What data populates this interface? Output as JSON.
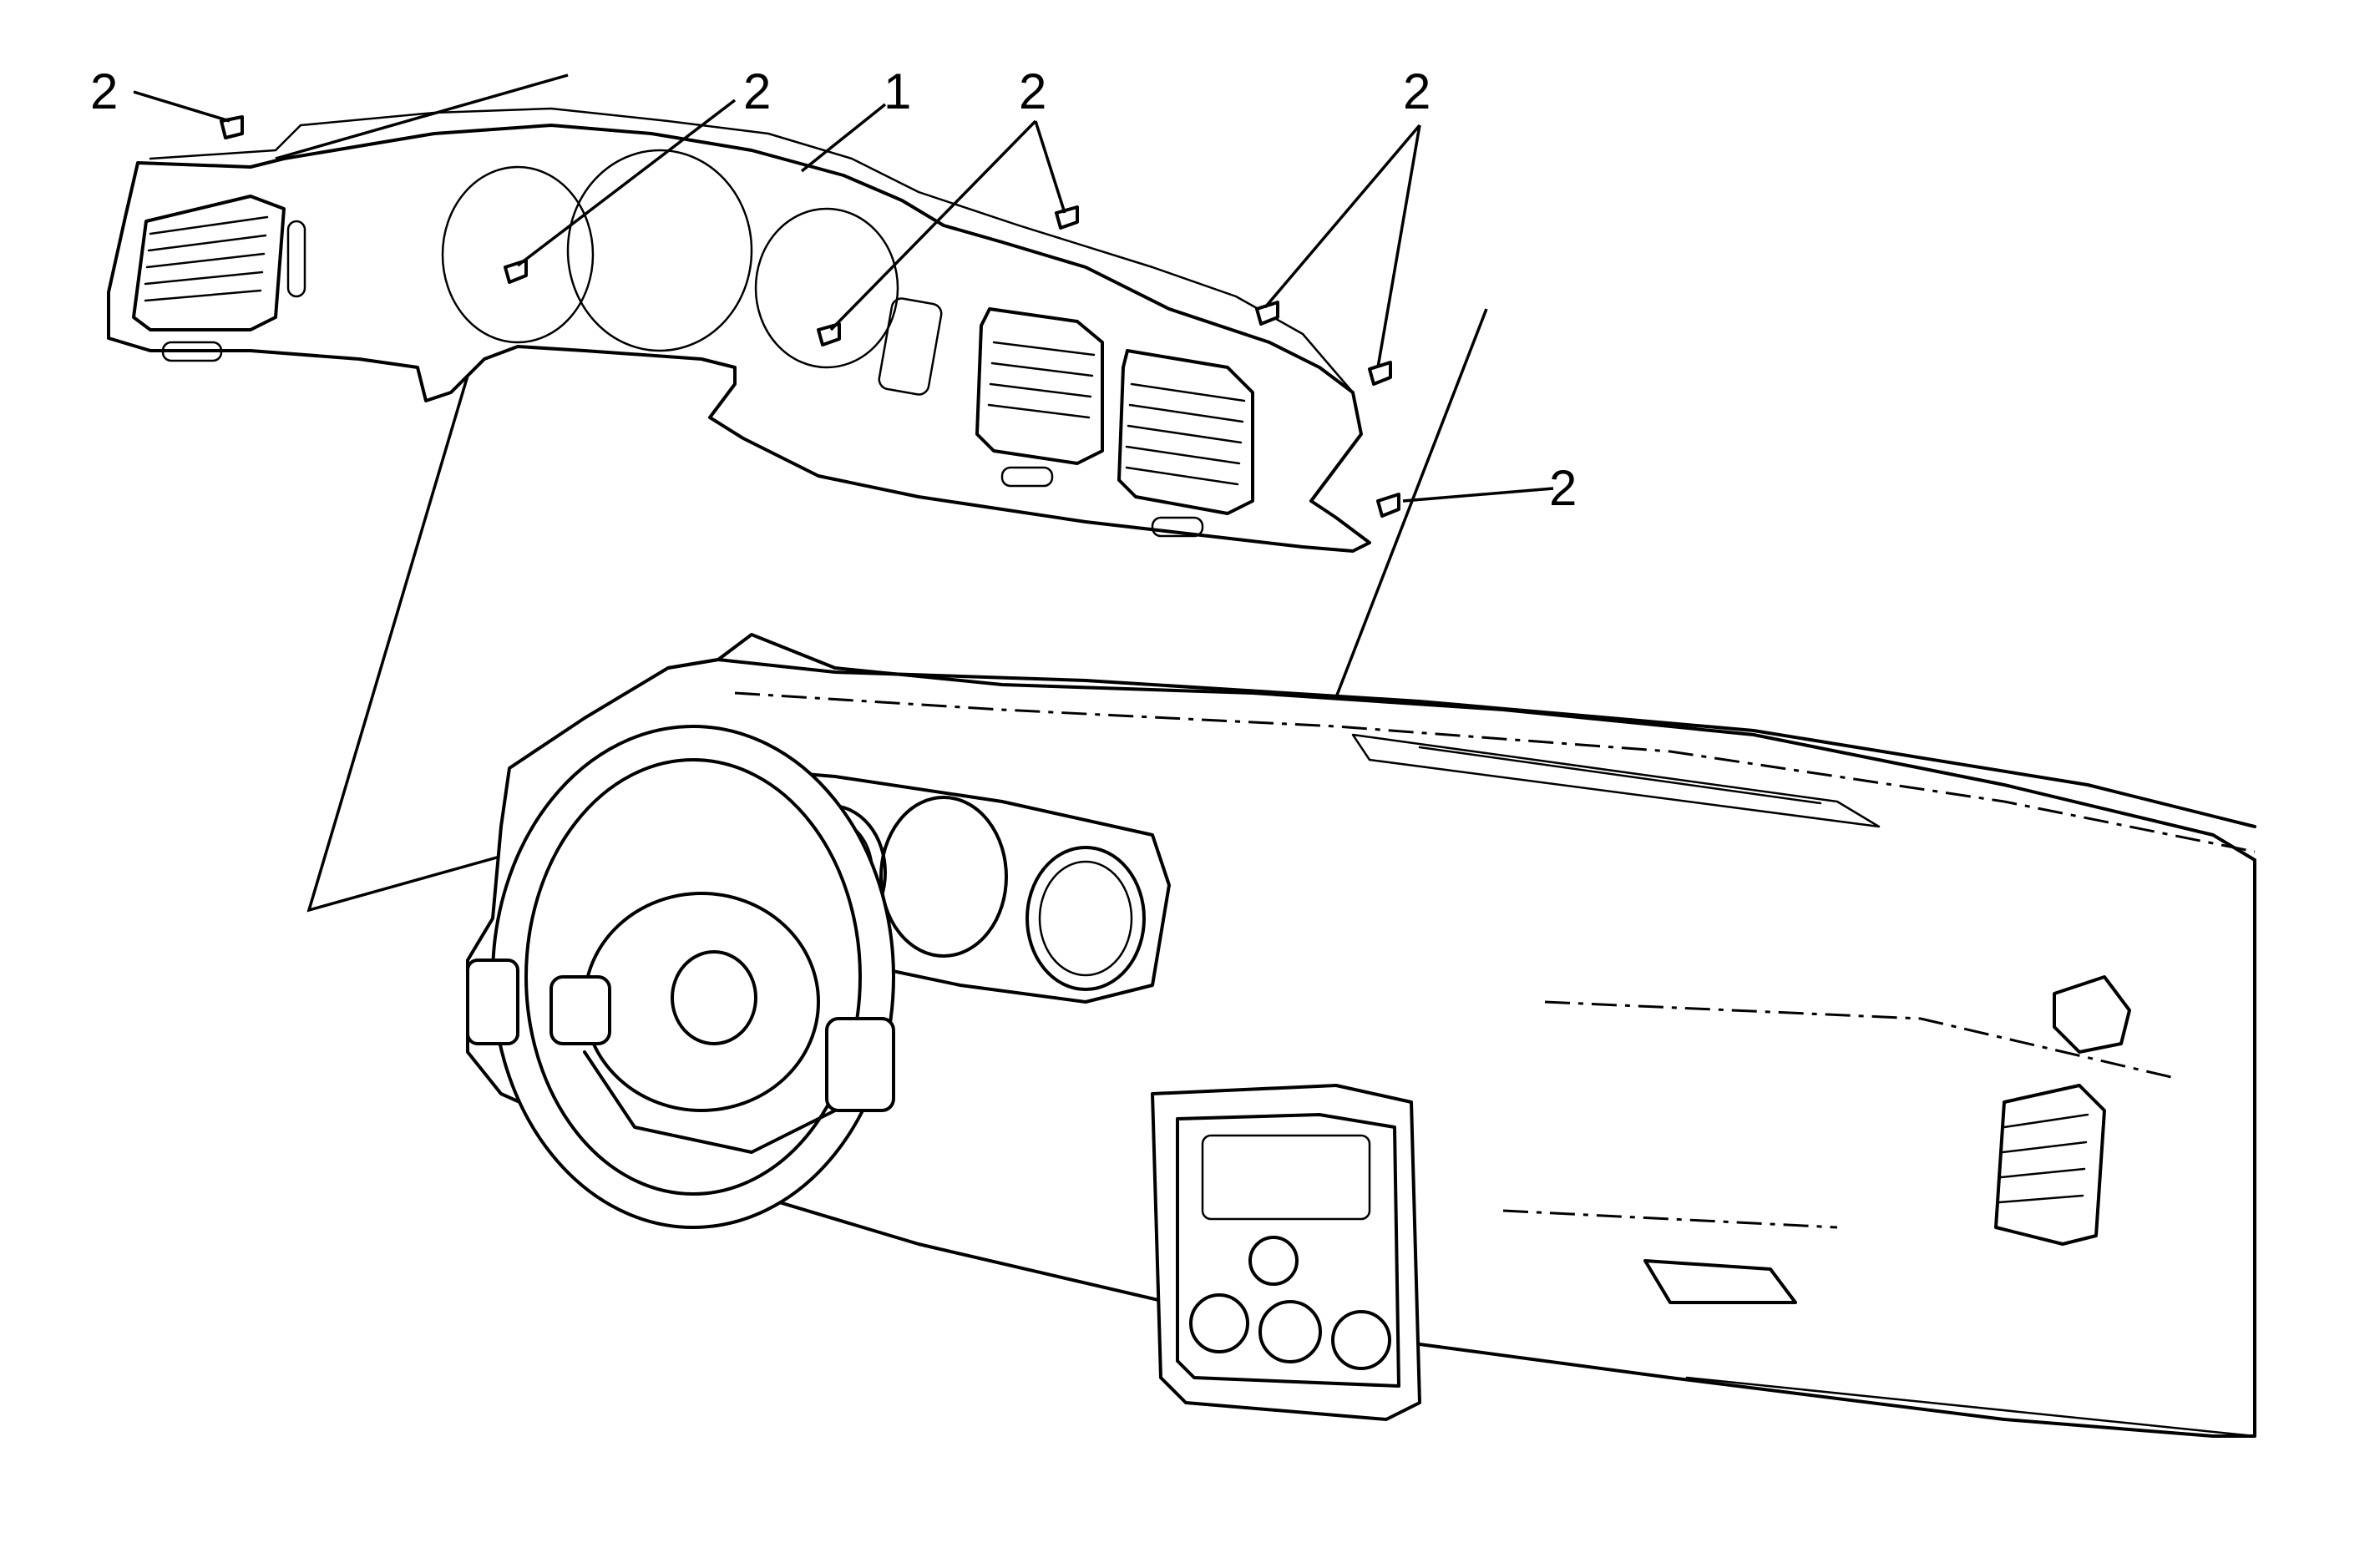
{
  "callouts": [
    {
      "label": "2"
    },
    {
      "label": "2"
    },
    {
      "label": "1"
    },
    {
      "label": "2"
    },
    {
      "label": "2"
    },
    {
      "label": "2"
    }
  ],
  "colors": {
    "ink": "#000000",
    "paper": "#ffffff"
  }
}
